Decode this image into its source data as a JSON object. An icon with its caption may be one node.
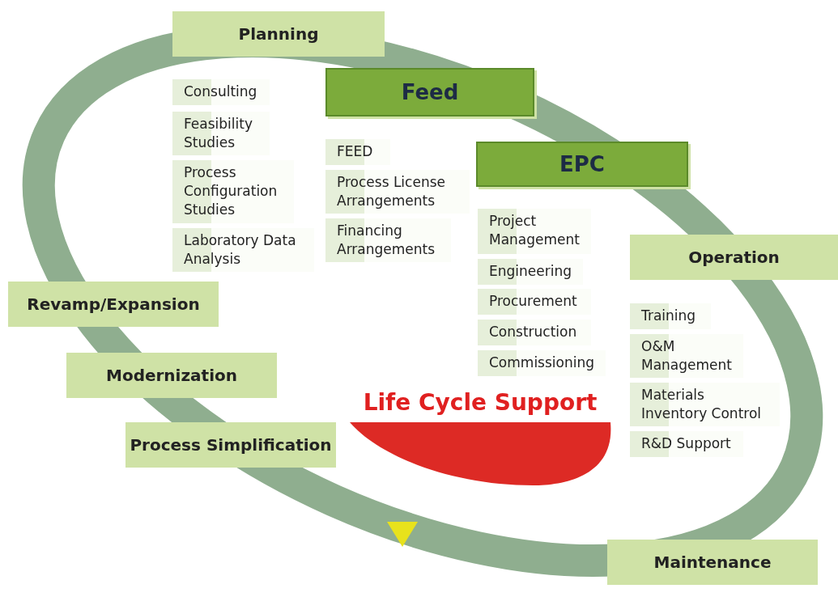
{
  "diagram": {
    "nodes": [
      {
        "text": [
          "Planning"
        ]
      },
      {
        "text": [
          "Consulting"
        ]
      },
      {
        "text": [
          "Feasibility Studies"
        ]
      },
      {
        "text": [
          "Process Configuration Studies"
        ]
      },
      {
        "text": [
          "Laboratory Data Analysis"
        ]
      },
      {
        "text": [
          "Feed"
        ]
      },
      {
        "text": [
          "FEED"
        ]
      },
      {
        "text": [
          "Process License Arrangements"
        ]
      },
      {
        "text": [
          "Financing Arrangements"
        ]
      },
      {
        "text": [
          "EPC"
        ]
      },
      {
        "text": [
          "Project Management"
        ]
      },
      {
        "text": [
          "Engineering"
        ]
      },
      {
        "text": [
          "Procurement"
        ]
      },
      {
        "text": [
          "Construction"
        ]
      },
      {
        "text": [
          "Commissioning"
        ]
      },
      {
        "text": [
          "Operation"
        ]
      },
      {
        "text": [
          "Training"
        ]
      },
      {
        "text": [
          "O&M Management"
        ]
      },
      {
        "text": [
          "Materials Inventory Control"
        ]
      },
      {
        "text": [
          "R&D Support"
        ]
      },
      {
        "text": [
          "Revamp/Expansion"
        ]
      },
      {
        "text": [
          "Modernization"
        ]
      },
      {
        "text": [
          "Process Simplification"
        ]
      },
      {
        "text": [
          "Life Cycle Support"
        ]
      },
      {
        "text": [
          "Maintenance"
        ]
      }
    ]
  }
}
